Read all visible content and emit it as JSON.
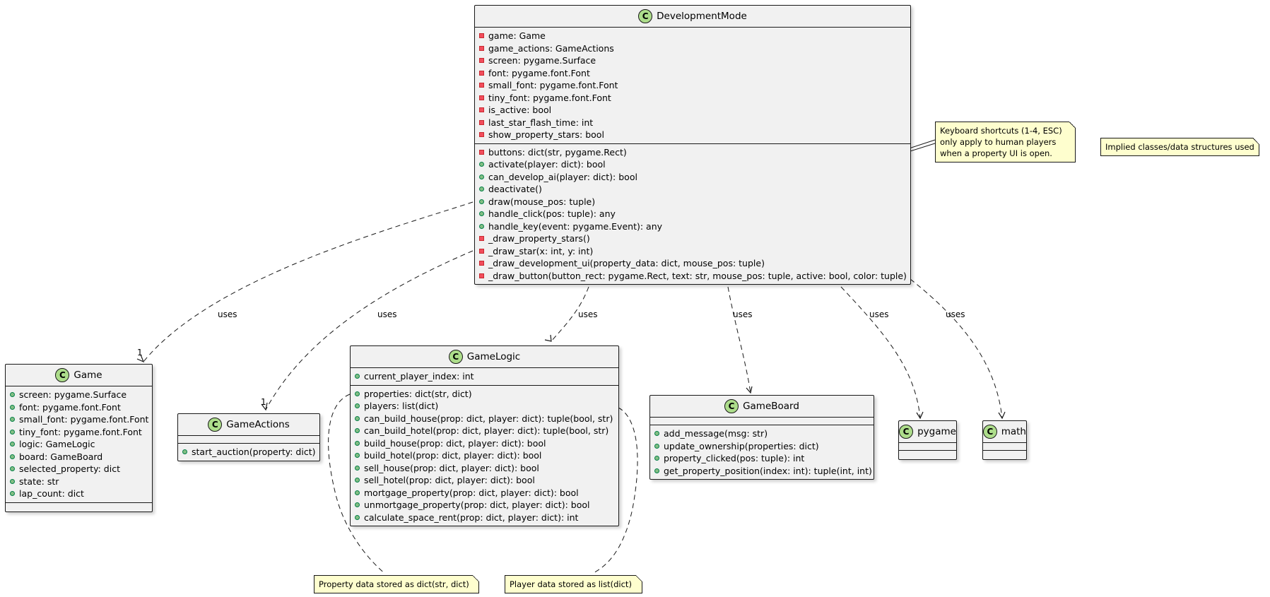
{
  "classes": {
    "development_mode": {
      "name": "DevelopmentMode",
      "attributes": [
        {
          "vis": "private",
          "text": "game: Game"
        },
        {
          "vis": "private",
          "text": "game_actions: GameActions"
        },
        {
          "vis": "private",
          "text": "screen: pygame.Surface"
        },
        {
          "vis": "private",
          "text": "font: pygame.font.Font"
        },
        {
          "vis": "private",
          "text": "small_font: pygame.font.Font"
        },
        {
          "vis": "private",
          "text": "tiny_font: pygame.font.Font"
        },
        {
          "vis": "private",
          "text": "is_active: bool"
        },
        {
          "vis": "private",
          "text": "last_star_flash_time: int"
        },
        {
          "vis": "private",
          "text": "show_property_stars: bool"
        }
      ],
      "methods": [
        {
          "vis": "private",
          "text": "buttons: dict(str, pygame.Rect)"
        },
        {
          "vis": "public",
          "text": "activate(player: dict): bool"
        },
        {
          "vis": "public",
          "text": "can_develop_ai(player: dict): bool"
        },
        {
          "vis": "public",
          "text": "deactivate()"
        },
        {
          "vis": "public",
          "text": "draw(mouse_pos: tuple)"
        },
        {
          "vis": "public",
          "text": "handle_click(pos: tuple): any"
        },
        {
          "vis": "public",
          "text": "handle_key(event: pygame.Event): any"
        },
        {
          "vis": "private",
          "text": "_draw_property_stars()"
        },
        {
          "vis": "private",
          "text": "_draw_star(x: int, y: int)"
        },
        {
          "vis": "private",
          "text": "_draw_development_ui(property_data: dict, mouse_pos: tuple)"
        },
        {
          "vis": "private",
          "text": "_draw_button(button_rect: pygame.Rect, text: str, mouse_pos: tuple, active: bool, color: tuple)"
        }
      ]
    },
    "game": {
      "name": "Game",
      "attributes": [
        {
          "vis": "public",
          "text": "screen: pygame.Surface"
        },
        {
          "vis": "public",
          "text": "font: pygame.font.Font"
        },
        {
          "vis": "public",
          "text": "small_font: pygame.font.Font"
        },
        {
          "vis": "public",
          "text": "tiny_font: pygame.font.Font"
        },
        {
          "vis": "public",
          "text": "logic: GameLogic"
        },
        {
          "vis": "public",
          "text": "board: GameBoard"
        },
        {
          "vis": "public",
          "text": "selected_property: dict"
        },
        {
          "vis": "public",
          "text": "state: str"
        },
        {
          "vis": "public",
          "text": "lap_count: dict"
        }
      ],
      "methods": []
    },
    "game_actions": {
      "name": "GameActions",
      "attributes": [],
      "methods": [
        {
          "vis": "public",
          "text": "start_auction(property: dict)"
        }
      ]
    },
    "game_logic": {
      "name": "GameLogic",
      "attributes": [
        {
          "vis": "public",
          "text": "current_player_index: int"
        }
      ],
      "methods": [
        {
          "vis": "public",
          "text": "properties: dict(str, dict)"
        },
        {
          "vis": "public",
          "text": "players: list(dict)"
        },
        {
          "vis": "public",
          "text": "can_build_house(prop: dict, player: dict): tuple(bool, str)"
        },
        {
          "vis": "public",
          "text": "can_build_hotel(prop: dict, player: dict): tuple(bool, str)"
        },
        {
          "vis": "public",
          "text": "build_house(prop: dict, player: dict): bool"
        },
        {
          "vis": "public",
          "text": "build_hotel(prop: dict, player: dict): bool"
        },
        {
          "vis": "public",
          "text": "sell_house(prop: dict, player: dict): bool"
        },
        {
          "vis": "public",
          "text": "sell_hotel(prop: dict, player: dict): bool"
        },
        {
          "vis": "public",
          "text": "mortgage_property(prop: dict, player: dict): bool"
        },
        {
          "vis": "public",
          "text": "unmortgage_property(prop: dict, player: dict): bool"
        },
        {
          "vis": "public",
          "text": "calculate_space_rent(prop: dict, player: dict): int"
        }
      ]
    },
    "game_board": {
      "name": "GameBoard",
      "attributes": [],
      "methods": [
        {
          "vis": "public",
          "text": "add_message(msg: str)"
        },
        {
          "vis": "public",
          "text": "update_ownership(properties: dict)"
        },
        {
          "vis": "public",
          "text": "property_clicked(pos: tuple): int"
        },
        {
          "vis": "public",
          "text": "get_property_position(index: int): tuple(int, int)"
        }
      ]
    },
    "pygame": {
      "name": "pygame",
      "attributes": [],
      "methods": []
    },
    "math": {
      "name": "math",
      "attributes": [],
      "methods": []
    }
  },
  "notes": {
    "keyboard": "Keyboard shortcuts (1-4, ESC)\nonly apply to human players\nwhen a property UI is open.",
    "implied": "Implied classes/data structures used",
    "property_data": "Property data stored as dict(str, dict)",
    "player_data": "Player data stored as list(dict)"
  },
  "relations": {
    "uses_label": "uses",
    "multiplicity_one": "1"
  },
  "colors": {
    "class_fill": "#f1f1f1",
    "class_icon": "#addd8b",
    "note_fill": "#fefece",
    "public_marker": "#84be84",
    "private_marker": "#f24d5c"
  }
}
